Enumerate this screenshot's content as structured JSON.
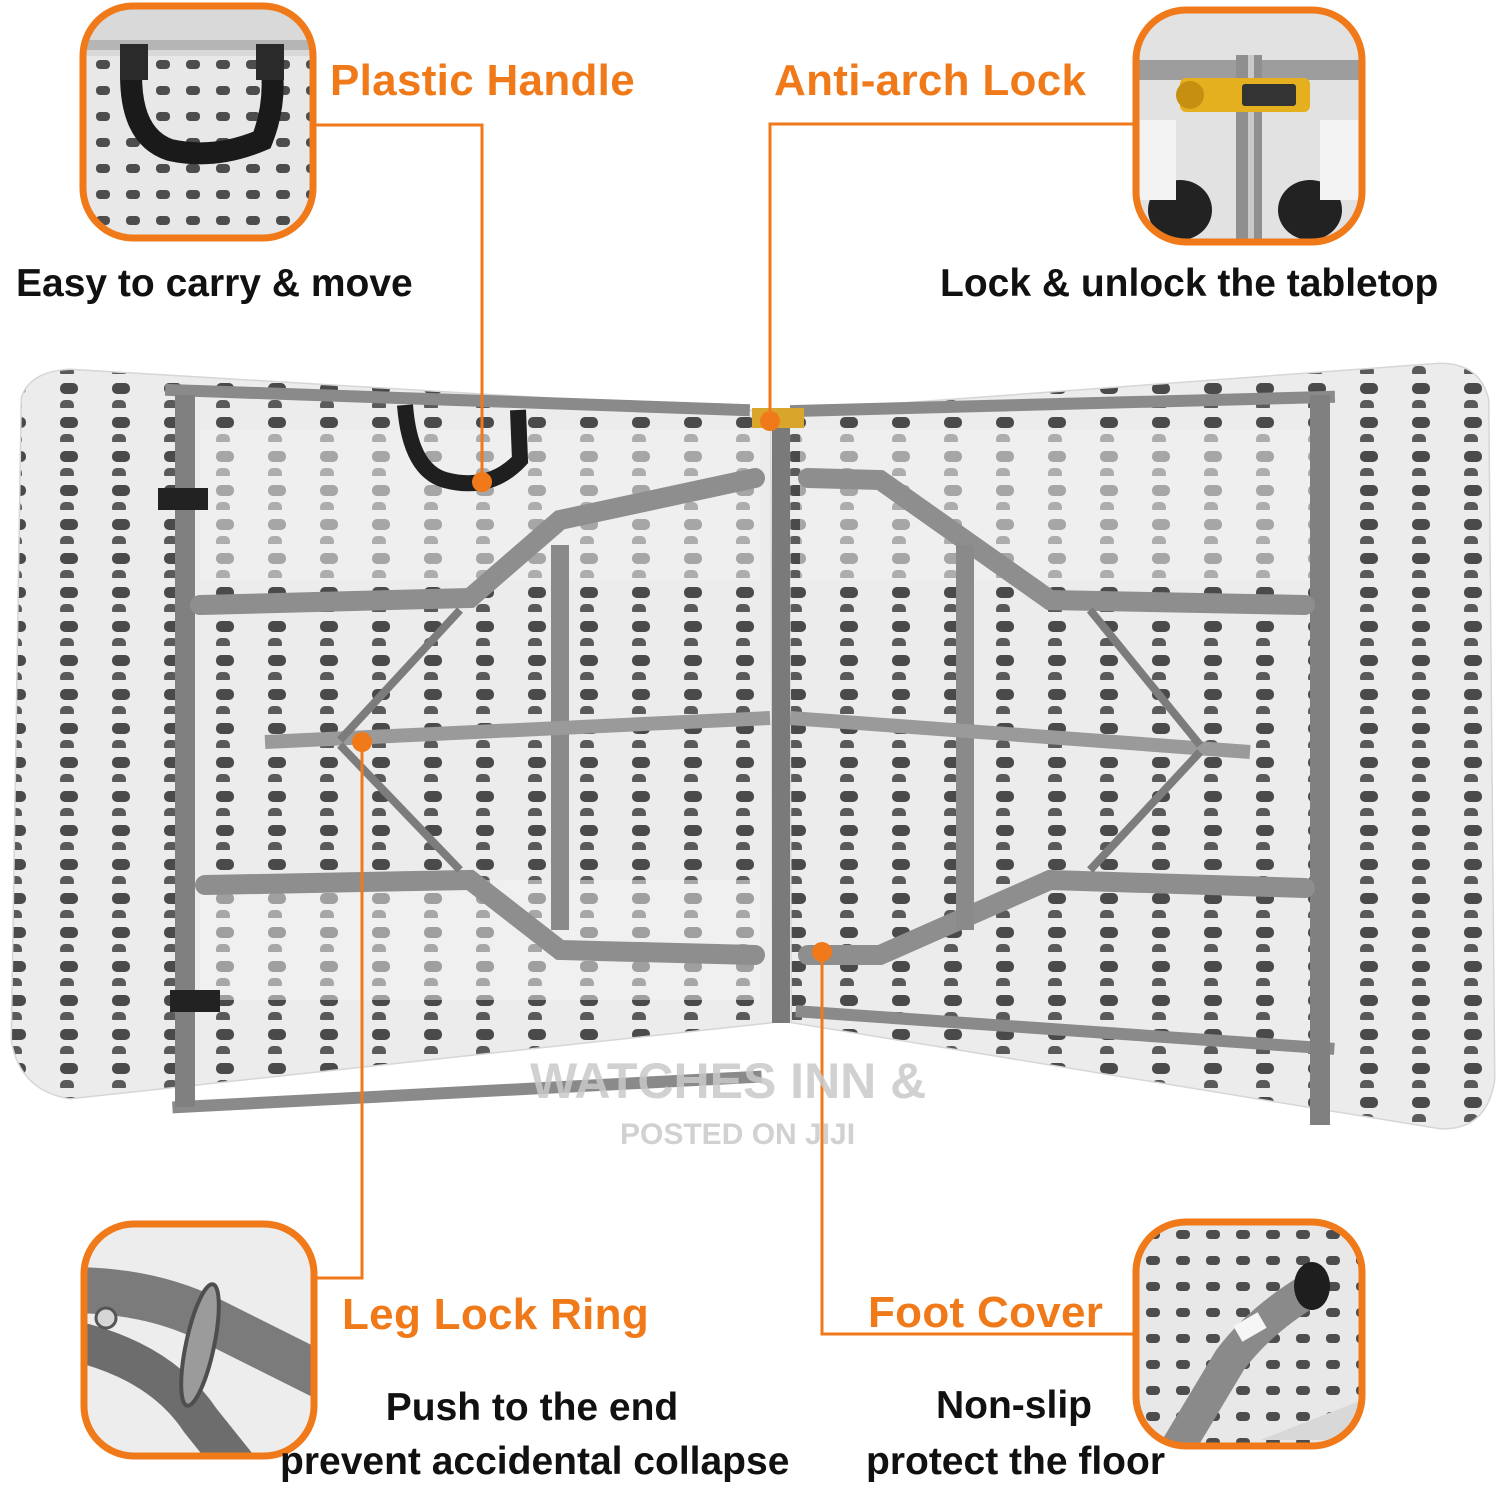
{
  "accent_color": "#f07a1a",
  "features": {
    "plastic_handle": {
      "title": "Plastic Handle",
      "description": "Easy to carry & move"
    },
    "anti_arch_lock": {
      "title": "Anti-arch Lock",
      "description": "Lock & unlock the tabletop"
    },
    "leg_lock_ring": {
      "title": "Leg Lock Ring",
      "description_line1": "Push to the end",
      "description_line2": "prevent accidental collapse"
    },
    "foot_cover": {
      "title": "Foot Cover",
      "description_line1": "Non-slip",
      "description_line2": "protect the floor"
    }
  },
  "watermark": {
    "line1": "WATCHES INN &",
    "line2": "POSTED ON JIJI"
  }
}
